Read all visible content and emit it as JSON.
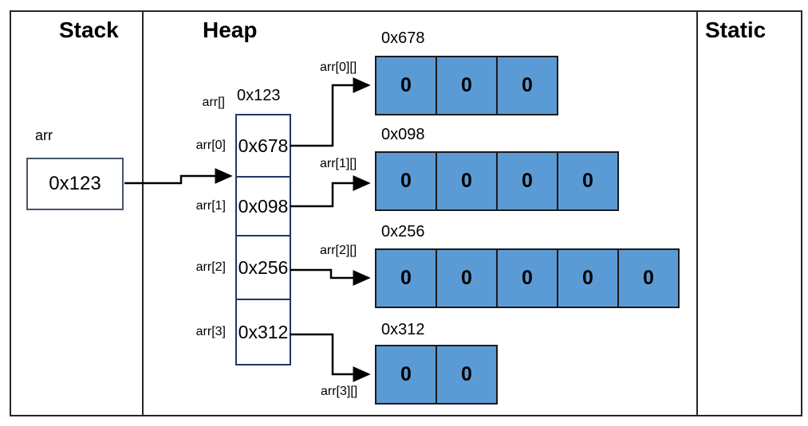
{
  "diagram": {
    "sections": {
      "stack": {
        "title": "Stack"
      },
      "heap": {
        "title": "Heap"
      },
      "static": {
        "title": "Static"
      }
    },
    "stack_var": {
      "label": "arr",
      "value": "0x123"
    },
    "spine": {
      "address": "0x123",
      "array_label": "arr[]",
      "cells": [
        {
          "label": "arr[0]",
          "value": "0x678"
        },
        {
          "label": "arr[1]",
          "value": "0x098"
        },
        {
          "label": "arr[2]",
          "value": "0x256"
        },
        {
          "label": "arr[3]",
          "value": "0x312"
        }
      ]
    },
    "rows": [
      {
        "address": "0x678",
        "pointer_label": "arr[0][]",
        "values": [
          "0",
          "0",
          "0"
        ]
      },
      {
        "address": "0x098",
        "pointer_label": "arr[1][]",
        "values": [
          "0",
          "0",
          "0",
          "0"
        ]
      },
      {
        "address": "0x256",
        "pointer_label": "arr[2][]",
        "values": [
          "0",
          "0",
          "0",
          "0",
          "0"
        ]
      },
      {
        "address": "0x312",
        "pointer_label": "arr[3][]",
        "values": [
          "0",
          "0"
        ]
      }
    ],
    "colors": {
      "cell_fill": "#5b9bd5",
      "cell_border": "#1a1a1a",
      "spine_border": "#1f3864",
      "stack_box_border": "#44546a",
      "frame": "#262626"
    }
  }
}
